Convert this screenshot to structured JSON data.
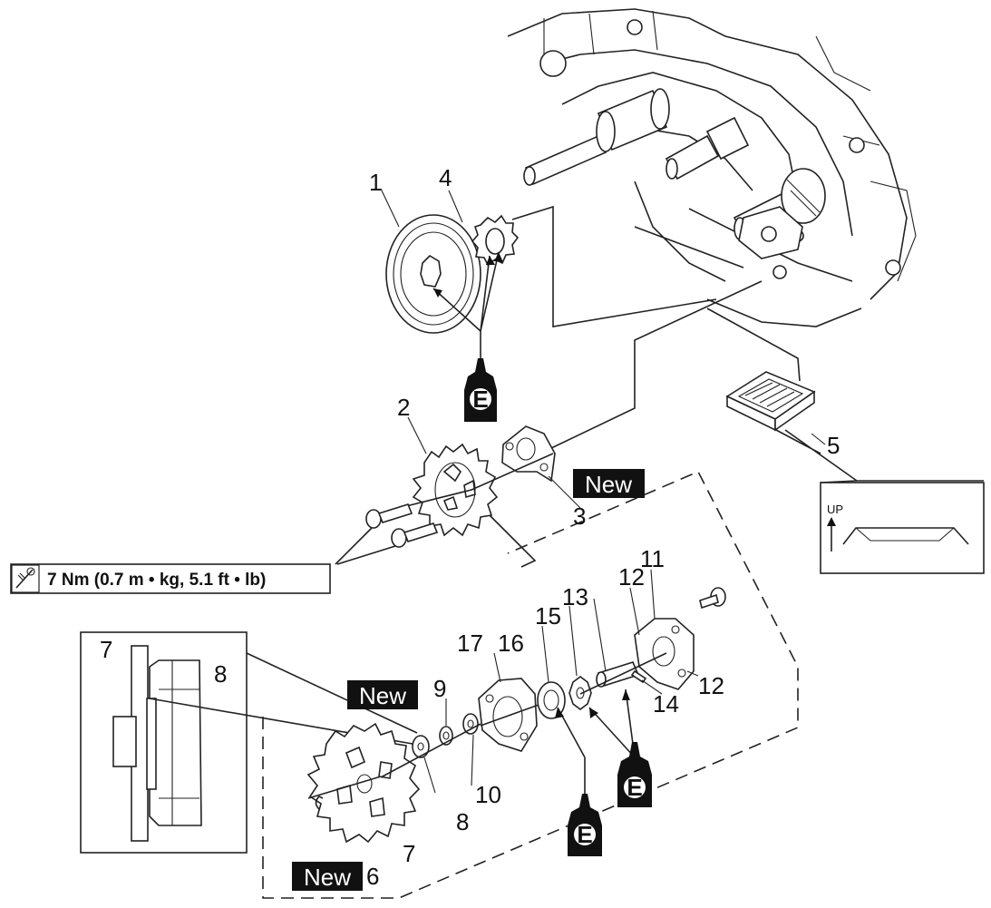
{
  "callouts": {
    "c1": "1",
    "c2": "2",
    "c3": "3",
    "c4": "4",
    "c5": "5",
    "c6": "6",
    "c7": "7",
    "c7b": "7",
    "c8": "8",
    "c8b": "8",
    "c9": "9",
    "c10": "10",
    "c11": "11",
    "c12": "12",
    "c12b": "12",
    "c13": "13",
    "c14": "14",
    "c15": "15",
    "c16": "16",
    "c17": "17"
  },
  "badges": {
    "new_label": "New",
    "oil_symbol": "E"
  },
  "torque": {
    "text": "7 Nm (0.7 m • kg, 5.1 ft • lb)",
    "icon": "torque-wrench-icon"
  },
  "strainer_inset": {
    "up_label": "UP"
  },
  "colors": {
    "ink": "#111111",
    "background": "#ffffff"
  }
}
